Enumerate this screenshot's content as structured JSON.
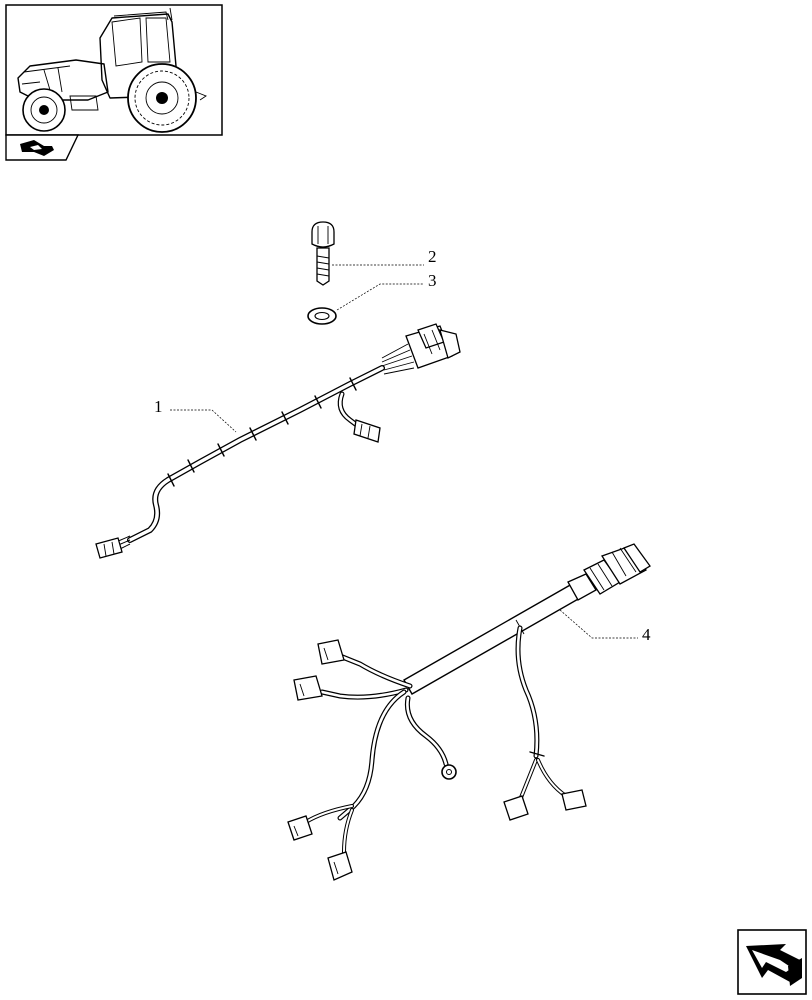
{
  "callouts": [
    {
      "id": "1",
      "label": "1"
    },
    {
      "id": "2",
      "label": "2"
    },
    {
      "id": "3",
      "label": "3"
    },
    {
      "id": "4",
      "label": "4"
    }
  ],
  "icons": {
    "thumbnail": "tractor-thumbnail-icon",
    "section": "section-arrow-icon",
    "next": "next-page-arrow-icon"
  }
}
